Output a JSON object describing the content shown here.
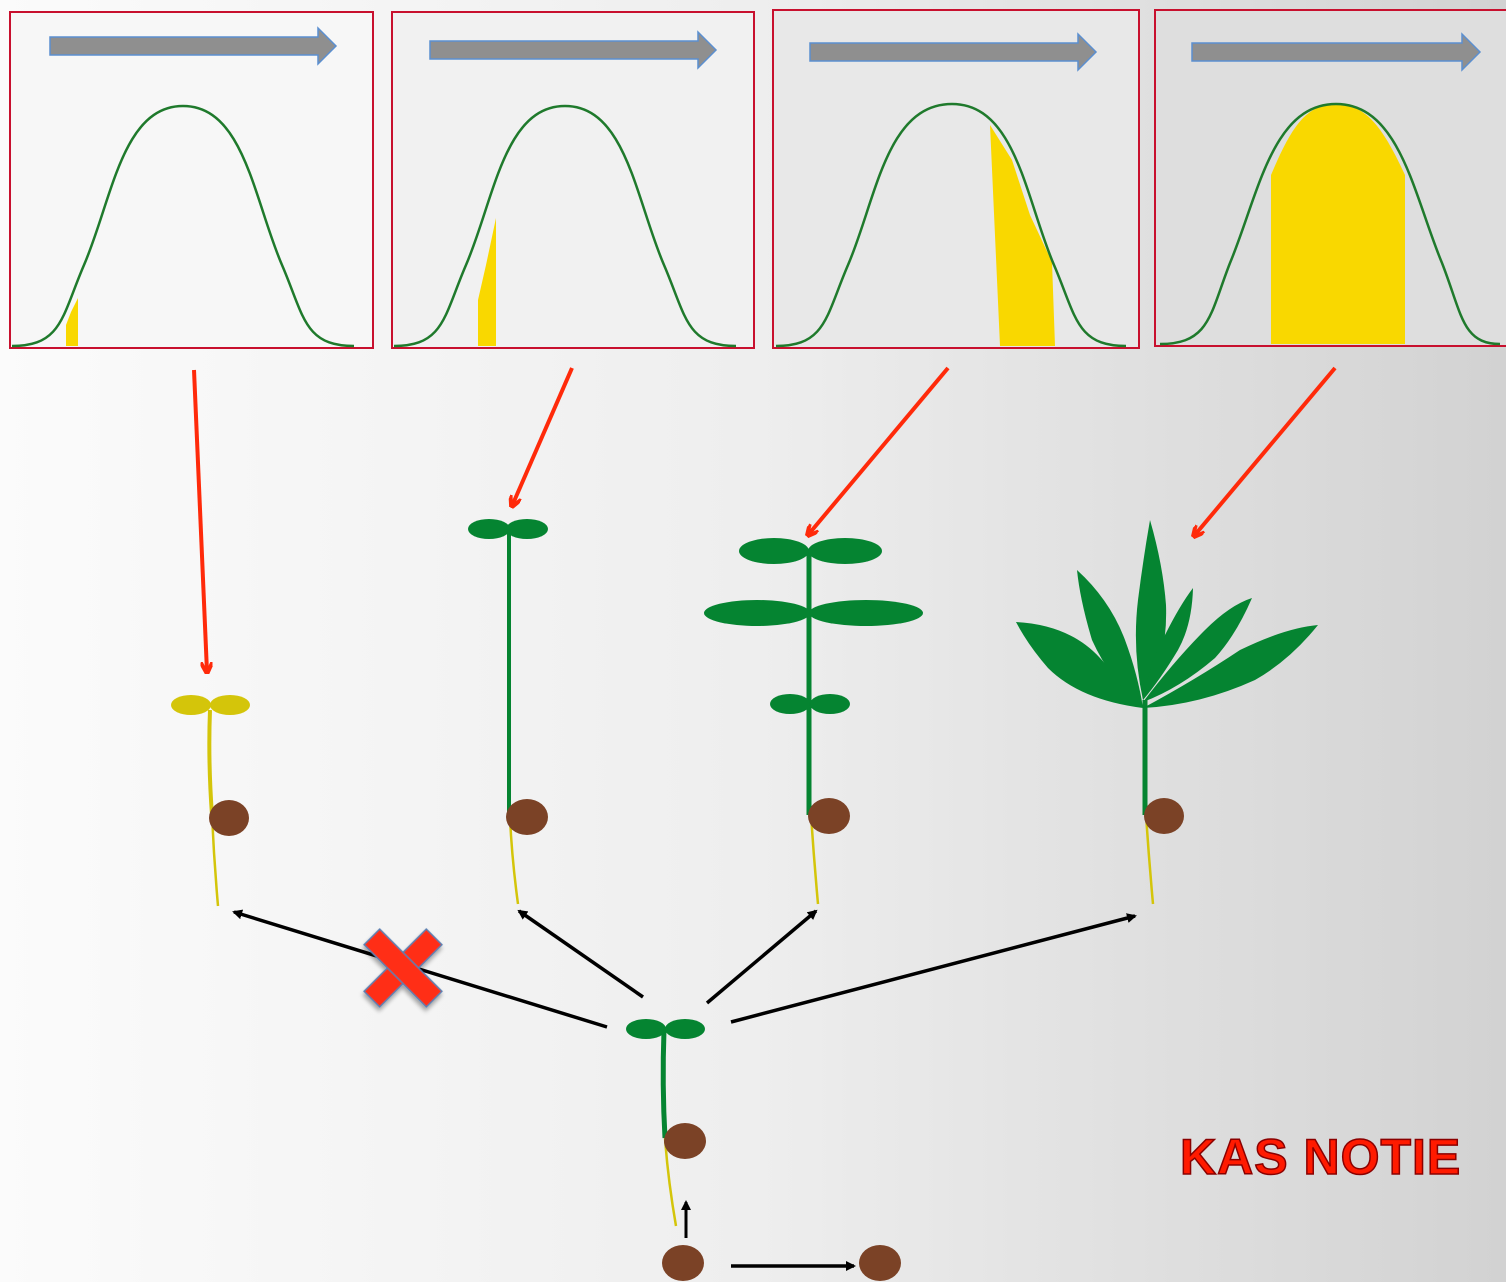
{
  "caption": "KAS NOTIE",
  "colors": {
    "panel_border": "#c8102e",
    "bell_curve": "#1f7a2c",
    "fill": "#f9d800",
    "time_arrow": "#8f8f8f",
    "time_arrow_outline": "#5b8fd0",
    "pointer_arrow": "#ff2a0a",
    "plant_green": "#058431",
    "etiolated_yellow": "#d4c50a",
    "seed_brown": "#7b4226",
    "cross": "#ff2f17"
  },
  "panels": [
    {
      "stage": "etiolated-seedling",
      "filled_fraction": 0.02
    },
    {
      "stage": "cotyledon-seedling",
      "filled_fraction": 0.05
    },
    {
      "stage": "leafy-plant",
      "filled_fraction": 0.2
    },
    {
      "stage": "mature-plant",
      "filled_fraction": 0.7
    }
  ],
  "icons": [
    "time-arrow-icon",
    "bell-curve-icon",
    "seedling-icon",
    "seed-icon",
    "cross-icon"
  ]
}
